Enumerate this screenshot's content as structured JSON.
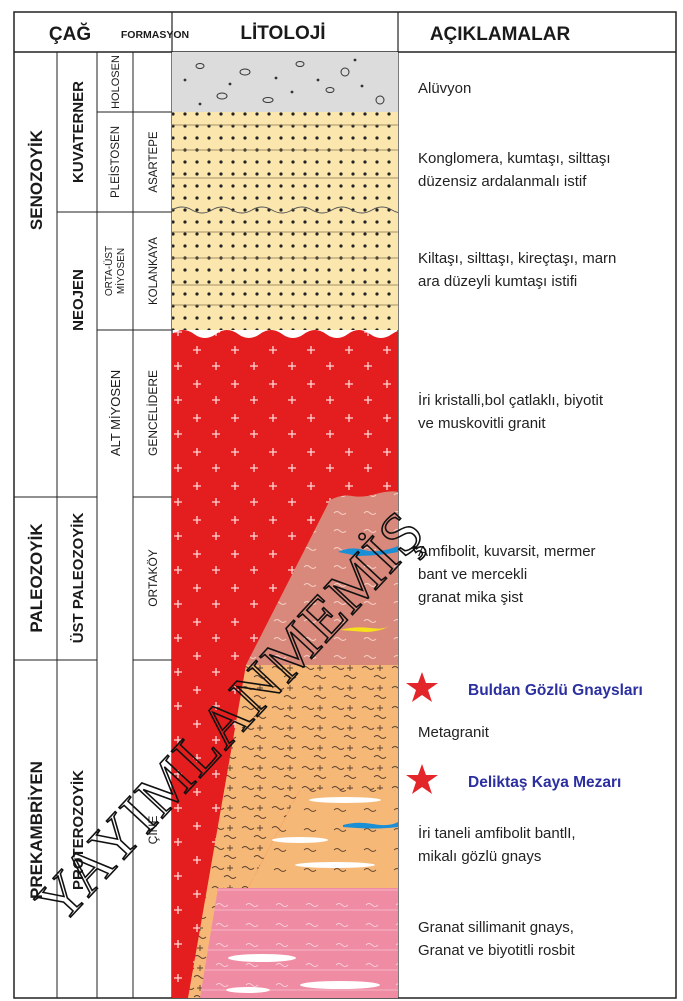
{
  "header": {
    "cag": "ÇAĞ",
    "formasyon": "FORMASYON",
    "litoloji": "LİTOLOJİ",
    "aciklamalar": "AÇIKLAMALAR"
  },
  "eras": {
    "senozoyik": "SENOZOYİK",
    "paleozoyik": "PALEOZOYİK",
    "prekambriyen": "PREKAMBRİYEN"
  },
  "periods": {
    "kuvaterner": "KUVATERNER",
    "neojen": "NEOJEN",
    "ust_paleozoyik": "ÜST PALEOZOYİK",
    "proterozoyik": "PROTEROZOYİK"
  },
  "epochs": {
    "holosen": "HOLOSEN",
    "pleistosen": "PLEİSTOSEN",
    "orta_ust_1": "ORTA-ÜST",
    "orta_ust_2": "MİYOSEN",
    "alt_miyosen": "ALT MİYOSEN"
  },
  "formations": {
    "asartepe": "ASARTEPE",
    "kolankaya": "KOLANKAYA",
    "gencelidere": "GENCELİDERE",
    "ortakoy": "ORTAKÖY",
    "cine": "ÇİNE"
  },
  "descriptions": {
    "aluvyon": "Alüvyon",
    "asartepe_1": "Konglomera, kumtaşı, silttaşı",
    "asartepe_2": "düzensiz ardalanmalı istif",
    "kolankaya_1": "Kiltaşı, silttaşı, kireçtaşı, marn",
    "kolankaya_2": "ara düzeyli kumtaşı istifi",
    "granit_1": "İri kristalli,bol çatlaklı, biyotit",
    "granit_2": "ve muskovitli granit",
    "ortakoy_1": "Amfibolit, kuvarsit, mermer",
    "ortakoy_2": "bant ve mercekli",
    "ortakoy_3": "granat mika şist",
    "metagranit": "Metagranit",
    "gnays_1": "İri taneli amfibolit bantlI,",
    "gnays_2": "mikalı gözlü gnays",
    "sillimanit_1": "Granat sillimanit gnays,",
    "sillimanit_2": "Granat ve biyotitli rosbit"
  },
  "highlights": {
    "buldan": "Buldan Gözlü Gnaysları",
    "deliktas": "Deliktaş Kaya Mezarı"
  },
  "watermark": "YAYIMLANMEMİŞ",
  "colors": {
    "granite": "#e41e1e",
    "sediment": "#fbe7ae",
    "alluvium": "#dcdcdc",
    "schist": "#d9897b",
    "gneiss": "#f6b877",
    "sillimanite": "#ef8ca4",
    "amphibolite": "#1a8fd6",
    "quartzite": "#f7e11a",
    "star": "#e3262a",
    "highlight_text": "#2b2fa0"
  }
}
